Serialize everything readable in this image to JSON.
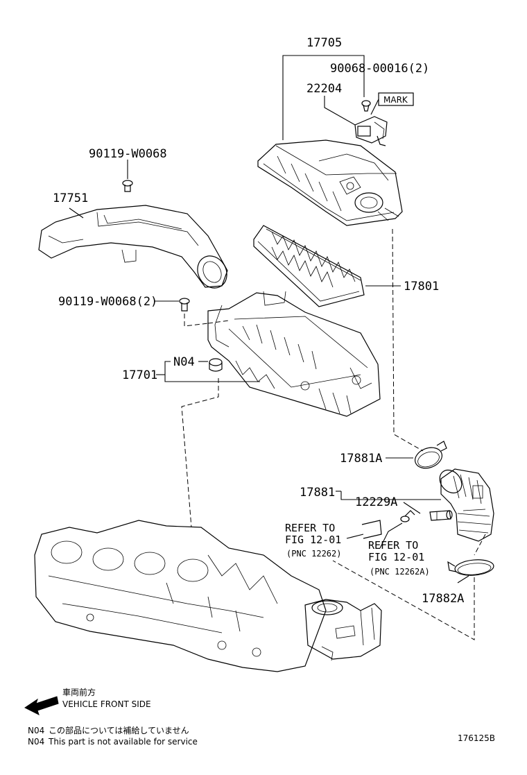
{
  "labels": {
    "p17705": "17705",
    "p90068": "90068-00016(2)",
    "p22204": "22204",
    "mark": "MARK",
    "p90119a": "90119-W0068",
    "p17751": "17751",
    "p17801": "17801",
    "p90119b": "90119-W0068(2)",
    "pN04": "N04",
    "p17701": "17701",
    "p17881A": "17881A",
    "p17881": "17881",
    "p12229A": "12229A",
    "refer1_line1": "REFER TO",
    "refer1_line2": "FIG 12-01",
    "refer1_pnc": "(PNC 12262)",
    "refer2_line1": "REFER TO",
    "refer2_line2": "FIG 12-01",
    "refer2_pnc": "(PNC 12262A)",
    "p17882A": "17882A"
  },
  "legend": {
    "front_jp": "車両前方",
    "front_en": "VEHICLE FRONT SIDE",
    "note_code1": "N04",
    "note_jp": "この部品については補給していません",
    "note_code2": "N04",
    "note_en": "This part is not available for service",
    "figure_id": "176125B"
  },
  "icons": {
    "front_arrow": "arrow-left-icon"
  }
}
